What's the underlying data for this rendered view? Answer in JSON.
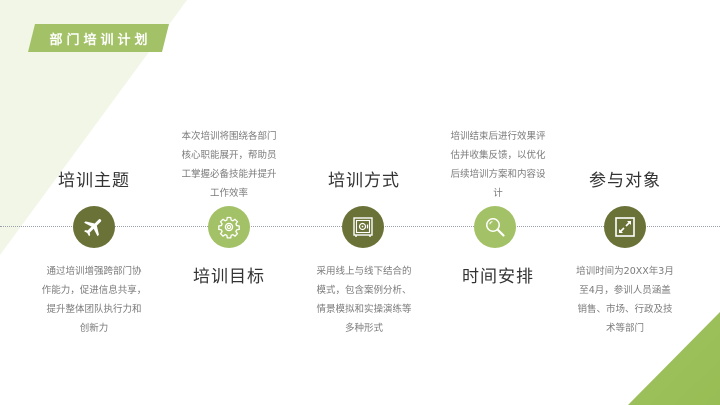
{
  "slide": {
    "title": "部门培训计划",
    "colors": {
      "accent_light": "#a3c166",
      "accent_dark": "#6a7237",
      "background_tint": "#f1f6e7",
      "heading_text": "#333333",
      "body_text": "#7a7a7a"
    }
  },
  "timeline": {
    "items": [
      {
        "heading": "培训主题",
        "icon": "airplane-icon",
        "style": "dark",
        "position": "heading-above",
        "description": [
          "通过培训增强跨部门协",
          "作能力，促进信息共享，",
          "提升整体团队执行力和",
          "创新力"
        ]
      },
      {
        "heading": "培训目标",
        "icon": "gear-icon",
        "style": "light",
        "position": "heading-below",
        "description": [
          "本次培训将围绕各部门",
          "核心职能展开，帮助员",
          "工掌握必备技能并提升",
          "工作效率"
        ]
      },
      {
        "heading": "培训方式",
        "icon": "safe-icon",
        "style": "dark",
        "position": "heading-above",
        "description": [
          "采用线上与线下结合的",
          "模式，包含案例分析、",
          "情景模拟和实操演练等",
          "多种形式"
        ]
      },
      {
        "heading": "时间安排",
        "icon": "search-icon",
        "style": "light",
        "position": "heading-below",
        "description": [
          "培训结束后进行效果评",
          "估并收集反馈，以优化",
          "后续培训方案和内容设",
          "计"
        ]
      },
      {
        "heading": "参与对象",
        "icon": "expand-icon",
        "style": "dark",
        "position": "heading-above",
        "description": [
          "培训时间为20XX年3月",
          "至4月，参训人员涵盖",
          "销售、市场、行政及技",
          "术等部门"
        ]
      }
    ]
  }
}
